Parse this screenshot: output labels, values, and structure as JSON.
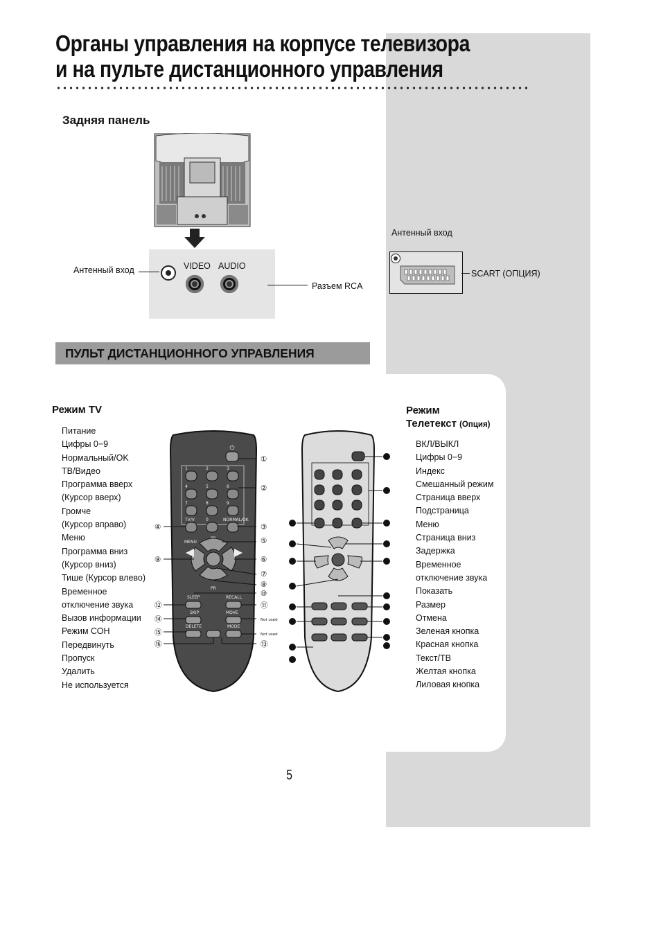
{
  "page_title": [
    "Органы управления на корпусе телевизора",
    "и на пульте дистанционного управления"
  ],
  "rear_panel": {
    "heading": "Задняя панель",
    "antenna_label": "Антенный вход",
    "video_label": "VIDEO",
    "audio_label": "AUDIO",
    "rca_label": "Разъем RCA",
    "antenna_label_2": "Антенный вход",
    "scart_label": "SCART (ОПЦИЯ)"
  },
  "remote_section": {
    "banner": "ПУЛЬТ ДИСТАНЦИОННОГО УПРАВЛЕНИЯ",
    "tv_mode_heading": "Режим TV",
    "teletext_heading_1": "Режим",
    "teletext_heading_2": "Телетекст",
    "teletext_heading_option": "(Опция)",
    "tv_items": [
      "Питание",
      "Цифры 0−9",
      "Нормальный/OK",
      "ТВ/Видео",
      "Программа вверх",
      "(Курсор вверх)",
      "Громче",
      "(Курсор вправо)",
      "Меню",
      "Программа вниз",
      "(Курсор вниз)",
      "Тише (Курсор влево)",
      "Временное",
      "отключение звука",
      "Вызов информации",
      "Режим СОН",
      "Передвинуть",
      "Пропуск",
      "Удалить",
      "Не используется"
    ],
    "teletext_items": [
      "ВКЛ/ВЫКЛ",
      "Цифры 0−9",
      "Индекс",
      "Смешанный режим",
      "Страница вверх",
      "Подстраница",
      "Меню",
      "Страница вниз",
      "Задержка",
      "Временное",
      "отключение звука",
      "Показать",
      "Размер",
      "Отмена",
      "Зеленая кнопка",
      "Красная кнопка",
      "Текст/ТВ",
      "Желтая кнопка",
      "Лиловая кнопка"
    ],
    "remote_tv_labels": {
      "menu": "MENU",
      "pr": "PR",
      "pr2": "PR",
      "tv": "TV/V",
      "normal": "NORMAL/OK",
      "sleep": "SLEEP",
      "recall": "RECALL",
      "skip": "SKIP",
      "move": "MOVE",
      "delete": "DELETE",
      "mode": "MODE",
      "not_used_1": "Not used",
      "not_used_2": "Not used",
      "digits": [
        "1",
        "2",
        "3",
        "4",
        "5",
        "6",
        "7",
        "8",
        "9",
        "0"
      ]
    },
    "callouts_tv": [
      "①",
      "②",
      "③",
      "④",
      "⑤",
      "⑥",
      "⑦",
      "⑧",
      "⑨",
      "⑩",
      "⑪",
      "⑫",
      "⑬",
      "⑭",
      "⑮",
      "⑯"
    ]
  },
  "page_number": "5"
}
